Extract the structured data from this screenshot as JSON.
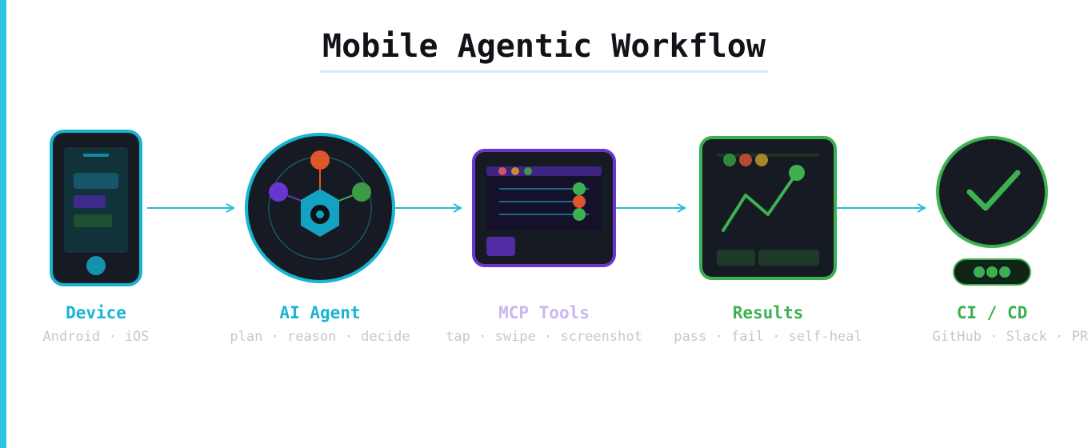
{
  "title": "Mobile Agentic Workflow",
  "colors": {
    "cyan": "#17b4d3",
    "purple": "#6a35d1",
    "lavender": "#c9b8ee",
    "green": "#3db152",
    "dark": "#161a22",
    "orange": "#e0552a",
    "subtext": "#c4c8ce"
  },
  "stages": [
    {
      "label": "Device",
      "subtitle": "Android · iOS",
      "icon": "smartphone-icon"
    },
    {
      "label": "AI Agent",
      "subtitle": "plan · reason · decide",
      "icon": "agent-network-icon"
    },
    {
      "label": "MCP Tools",
      "subtitle": "tap · swipe · screenshot",
      "icon": "tool-window-icon"
    },
    {
      "label": "Results",
      "subtitle": "pass · fail · self-heal",
      "icon": "results-chart-icon"
    },
    {
      "label": "CI / CD",
      "subtitle": "GitHub · Slack · PR",
      "icon": "check-circle-icon"
    }
  ]
}
